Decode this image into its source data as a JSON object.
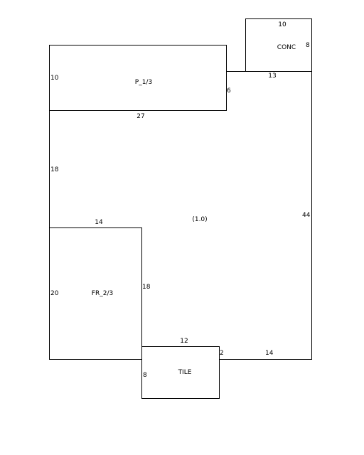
{
  "main_area": {
    "label": "(1.0)",
    "dims": {
      "right": "44",
      "left_mid": "18",
      "bottom_right": "14"
    }
  },
  "rooms": {
    "p": {
      "label": "P_1/3",
      "dims": {
        "left": "10",
        "right": "6",
        "bottom": "27"
      }
    },
    "conc": {
      "label": "CONC",
      "dims": {
        "top": "10",
        "right": "8",
        "bottom": "13"
      }
    },
    "fr": {
      "label": "FR_2/3",
      "dims": {
        "top": "14",
        "left": "20",
        "right": "18"
      }
    },
    "tile": {
      "label": "TILE",
      "dims": {
        "top": "12",
        "left": "8",
        "right": "2"
      }
    }
  },
  "colors": {
    "line": "#000000",
    "background": "#ffffff"
  }
}
